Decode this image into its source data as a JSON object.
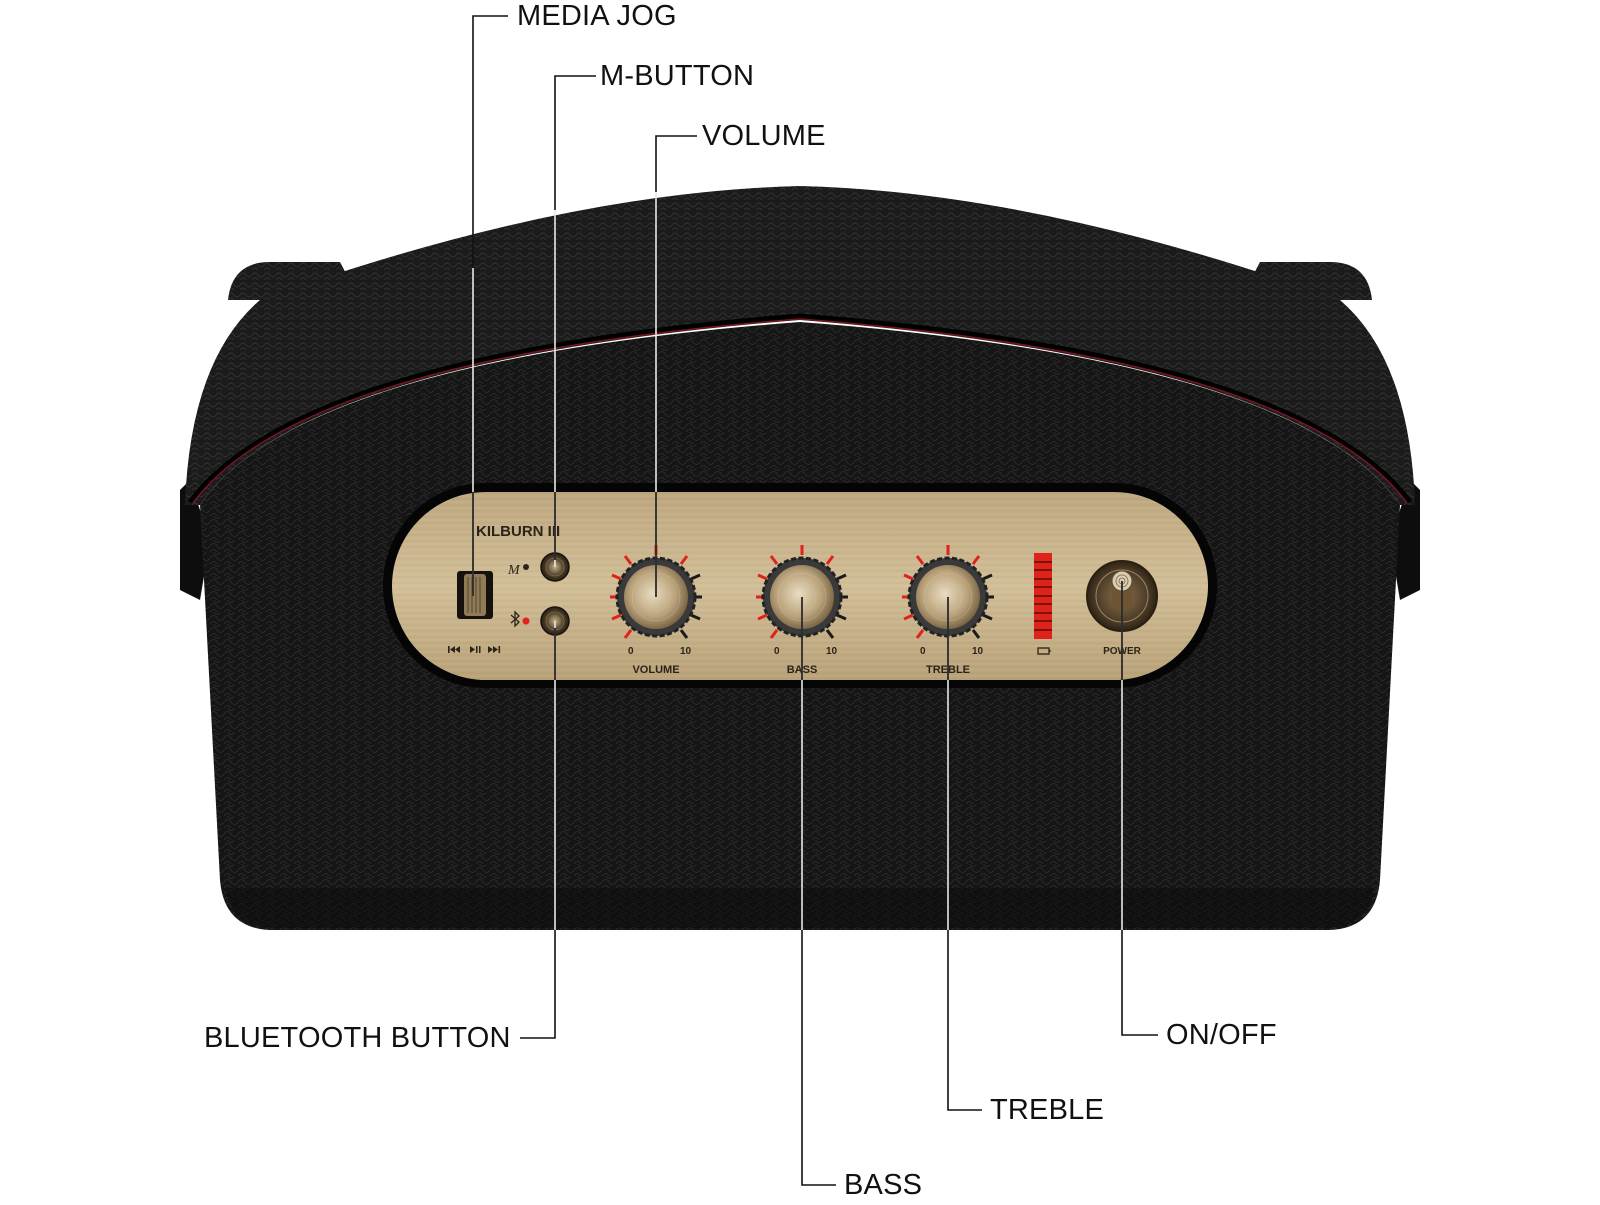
{
  "product": {
    "model_name": "KILBURN III"
  },
  "panel": {
    "mbutton_glyph": "M",
    "bluetooth_glyph": "bluetooth-icon",
    "media_glyphs": [
      "previous-icon",
      "play-pause-icon",
      "next-icon"
    ],
    "knobs": [
      {
        "id": "volume",
        "label": "VOLUME",
        "min": "0",
        "max": "10"
      },
      {
        "id": "bass",
        "label": "BASS",
        "min": "0",
        "max": "10"
      },
      {
        "id": "treble",
        "label": "TREBLE",
        "min": "0",
        "max": "10"
      }
    ],
    "battery_icon": "battery-icon",
    "battery_segments": 10,
    "power_label": "POWER"
  },
  "callouts": {
    "media_jog": "MEDIA JOG",
    "m_button": "M-BUTTON",
    "volume": "VOLUME",
    "bluetooth_button": "BLUETOOTH BUTTON",
    "bass": "BASS",
    "treble": "TREBLE",
    "on_off": "ON/OFF"
  },
  "colors": {
    "background": "#ffffff",
    "leather": "#141414",
    "brass_panel": "#c9b48e",
    "indicator_red": "#e0231a",
    "piping_red": "#7a1420",
    "callout_line_light": "#111111",
    "callout_line_dark": "#e8e8e8"
  }
}
